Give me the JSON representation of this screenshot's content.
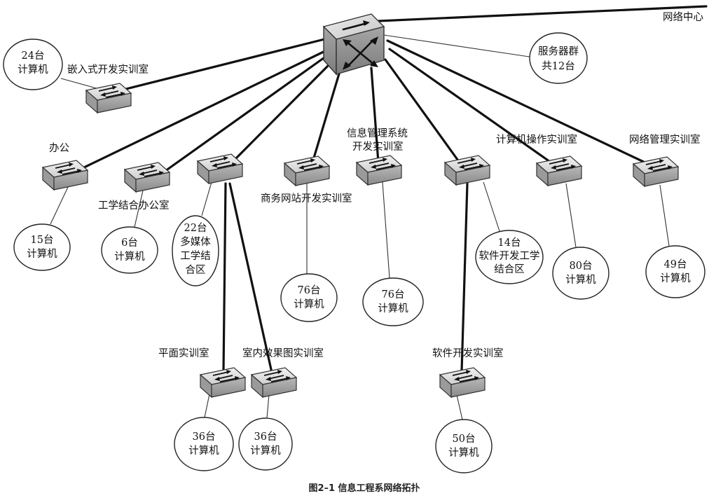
{
  "core_switch": {
    "label": "网络中心"
  },
  "servers": {
    "lines": [
      "服务器群",
      "共12台"
    ]
  },
  "switches": [
    {
      "id": "embedded",
      "label": "嵌入式开发实训室"
    },
    {
      "id": "office",
      "label": "办公"
    },
    {
      "id": "coop-office",
      "label": "工学结合办公室"
    },
    {
      "id": "multimedia",
      "label": ""
    },
    {
      "id": "ecommerce",
      "label": "商务网站开发实训室"
    },
    {
      "id": "mis",
      "label": "信息管理系统\n开发实训室"
    },
    {
      "id": "softdev-area",
      "label": ""
    },
    {
      "id": "computer-ops",
      "label": "计算机操作实训室"
    },
    {
      "id": "net-mgmt",
      "label": "网络管理实训室"
    },
    {
      "id": "graphic",
      "label": "平面实训室"
    },
    {
      "id": "interior",
      "label": "室内效果图实训室"
    },
    {
      "id": "software",
      "label": "软件开发实训室"
    }
  ],
  "endpoints": [
    {
      "id": "embedded",
      "lines": [
        "24台",
        "计算机"
      ]
    },
    {
      "id": "office",
      "lines": [
        "15台",
        "计算机"
      ]
    },
    {
      "id": "coop-office",
      "lines": [
        "6台",
        "计算机"
      ]
    },
    {
      "id": "multimedia",
      "lines": [
        "22台",
        "多媒体",
        "工学结",
        "合区"
      ]
    },
    {
      "id": "ecommerce",
      "lines": [
        "76台",
        "计算机"
      ]
    },
    {
      "id": "mis",
      "lines": [
        "76台",
        "计算机"
      ]
    },
    {
      "id": "softdev-area",
      "lines": [
        "14台",
        "软件开发工学",
        "结合区"
      ]
    },
    {
      "id": "computer-ops",
      "lines": [
        "80台",
        "计算机"
      ]
    },
    {
      "id": "net-mgmt",
      "lines": [
        "49台",
        "计算机"
      ]
    },
    {
      "id": "graphic",
      "lines": [
        "36台",
        "计算机"
      ]
    },
    {
      "id": "interior",
      "lines": [
        "36台",
        "计算机"
      ]
    },
    {
      "id": "software",
      "lines": [
        "50台",
        "计算机"
      ]
    }
  ],
  "caption": "图2–1   信息工程系网络拓扑",
  "colors": {
    "line": "#111111",
    "switch_top": "#e6e6e6",
    "switch_front": "#9a9a9a"
  }
}
